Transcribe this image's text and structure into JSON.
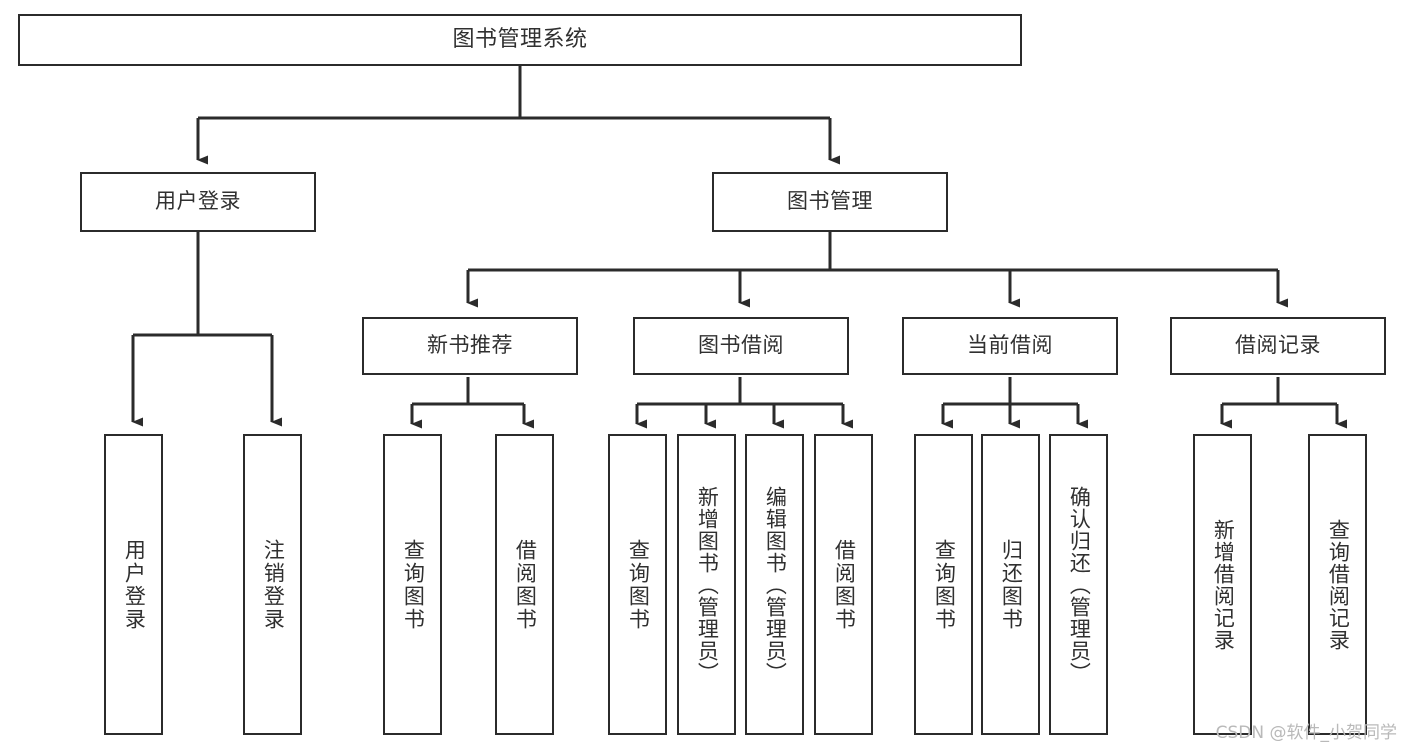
{
  "diagram": {
    "title": "图书管理系统",
    "type": "tree-hierarchy-functional-structure",
    "watermark": "CSDN @软件_小贺同学",
    "colors": {
      "box_border": "#2b2b2b",
      "box_fill": "#ffffff",
      "text": "#303030",
      "edge": "#2b2b2b",
      "background": "#ffffff",
      "watermark_text": "#b9b9b9"
    },
    "levels": {
      "root": "图书管理系统",
      "level2": [
        "用户登录",
        "图书管理"
      ],
      "level3": [
        "新书推荐",
        "图书借阅",
        "当前借阅",
        "借阅记录"
      ]
    },
    "nodes": {
      "root": {
        "label": "图书管理系统"
      },
      "user_login": {
        "label": "用户登录"
      },
      "book_manage": {
        "label": "图书管理"
      },
      "new_book_rec": {
        "label": "新书推荐"
      },
      "book_borrow": {
        "label": "图书借阅"
      },
      "current_borrow": {
        "label": "当前借阅"
      },
      "borrow_record": {
        "label": "借阅记录"
      },
      "leaf_user_login": {
        "label": "用户登录"
      },
      "leaf_logout": {
        "label": "注销登录"
      },
      "leaf_query_book_a": {
        "label": "查询图书"
      },
      "leaf_borrow_book_a": {
        "label": "借阅图书"
      },
      "leaf_query_book_b": {
        "label": "查询图书"
      },
      "leaf_add_book": {
        "label": "新增图书（管理员）"
      },
      "leaf_edit_book": {
        "label": "编辑图书（管理员）"
      },
      "leaf_borrow_book_b": {
        "label": "借阅图书"
      },
      "leaf_query_book_c": {
        "label": "查询图书"
      },
      "leaf_return_book": {
        "label": "归还图书"
      },
      "leaf_confirm_return": {
        "label": "确认归还（管理员）"
      },
      "leaf_add_record": {
        "label": "新增借阅记录"
      },
      "leaf_query_record": {
        "label": "查询借阅记录"
      }
    },
    "edges": [
      {
        "from": "图书管理系统",
        "to": "用户登录"
      },
      {
        "from": "图书管理系统",
        "to": "图书管理"
      },
      {
        "from": "用户登录",
        "to": "用户登录"
      },
      {
        "from": "用户登录",
        "to": "注销登录"
      },
      {
        "from": "图书管理",
        "to": "新书推荐"
      },
      {
        "from": "图书管理",
        "to": "图书借阅"
      },
      {
        "from": "图书管理",
        "to": "当前借阅"
      },
      {
        "from": "图书管理",
        "to": "借阅记录"
      },
      {
        "from": "新书推荐",
        "to": "查询图书"
      },
      {
        "from": "新书推荐",
        "to": "借阅图书"
      },
      {
        "from": "图书借阅",
        "to": "查询图书"
      },
      {
        "from": "图书借阅",
        "to": "新增图书（管理员）"
      },
      {
        "from": "图书借阅",
        "to": "编辑图书（管理员）"
      },
      {
        "from": "图书借阅",
        "to": "借阅图书"
      },
      {
        "from": "当前借阅",
        "to": "查询图书"
      },
      {
        "from": "当前借阅",
        "to": "归还图书"
      },
      {
        "from": "当前借阅",
        "to": "确认归还（管理员）"
      },
      {
        "from": "借阅记录",
        "to": "新增借阅记录"
      },
      {
        "from": "借阅记录",
        "to": "查询借阅记录"
      }
    ]
  }
}
